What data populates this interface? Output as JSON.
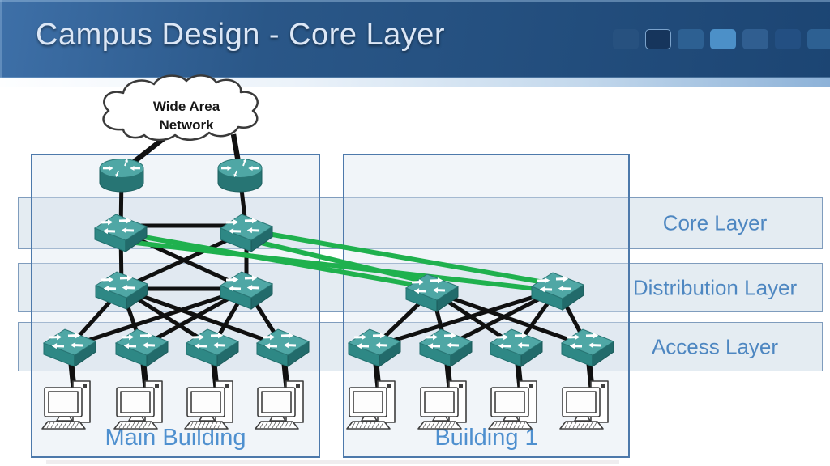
{
  "header": {
    "title": "Campus Design - Core Layer",
    "decor_squares": [
      "#27517f",
      "#16355c",
      "#2d6092",
      "#4c90c8",
      "#305e90",
      "#234f82",
      "#2d6092"
    ]
  },
  "diagram": {
    "wan_cloud": {
      "line1": "Wide Area",
      "line2": "Network"
    },
    "layer_bands": {
      "core": {
        "label": "Core Layer"
      },
      "distribution": {
        "label": "Distribution Layer"
      },
      "access": {
        "label": "Access Layer"
      }
    },
    "buildings": {
      "main": {
        "label": "Main Building"
      },
      "building1": {
        "label": "Building 1"
      }
    },
    "colors": {
      "label_blue": "#4e87c1",
      "building_label_blue": "#4f90cf",
      "device_teal": "#2e8885",
      "link_black": "#101010",
      "link_green": "#1fb14e",
      "header_navy": "#1c4573"
    }
  }
}
